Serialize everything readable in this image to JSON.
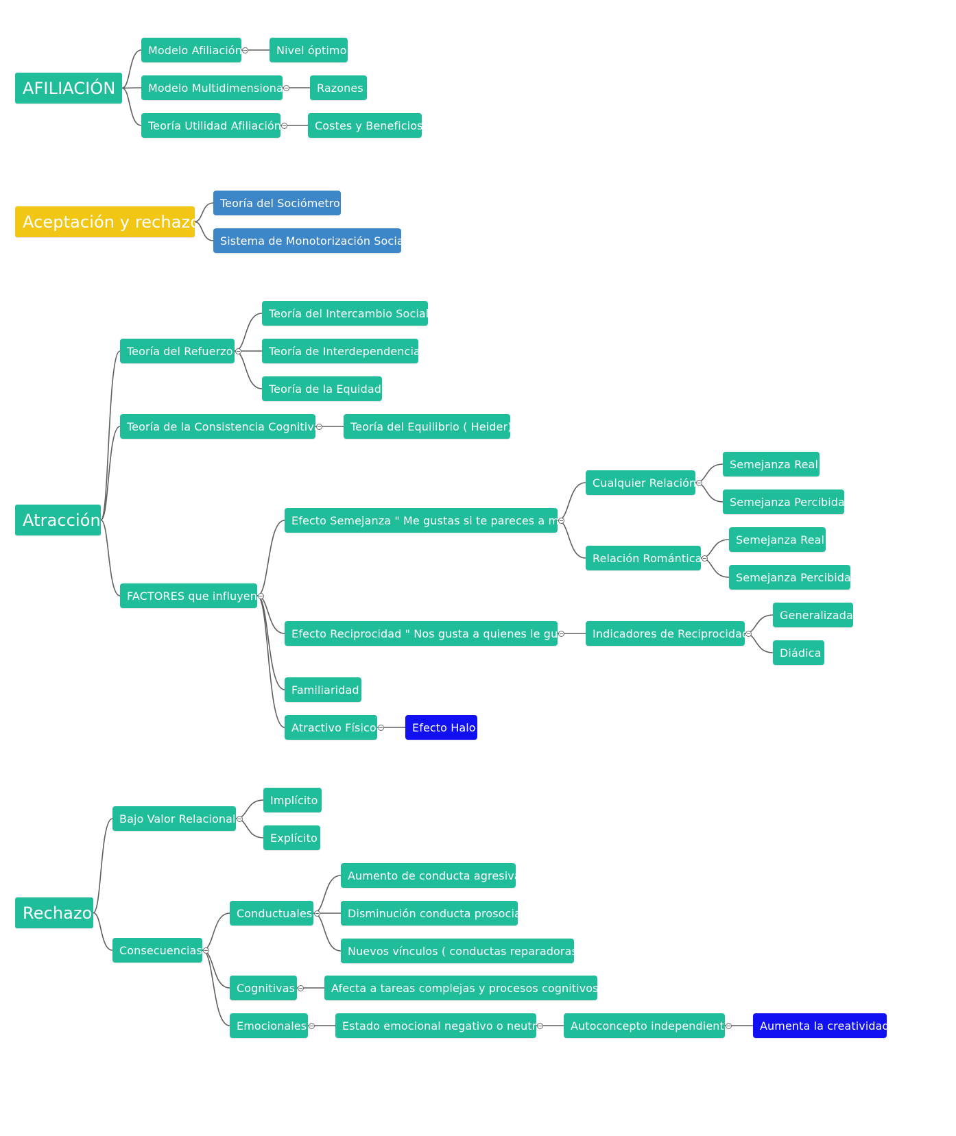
{
  "colors": {
    "teal": "#1fbd9a",
    "yellow": "#f2c614",
    "blue": "#3d86c8",
    "indigo": "#1010f2",
    "edge": "#5f5f5f"
  },
  "icons": {
    "collapse_toggle": "minus-circle-icon"
  },
  "mindmap": {
    "afiliacion": {
      "label": "AFILIACIÓN",
      "modelo_afiliacion": {
        "label": "Modelo Afiliación",
        "nivel_optimo": "Nivel óptimo"
      },
      "modelo_multidimensional": {
        "label": "Modelo Multidimensional",
        "razones": "Razones"
      },
      "teoria_utilidad": {
        "label": "Teoría Utilidad Afiliación",
        "costes": "Costes y Beneficios"
      }
    },
    "aceptacion": {
      "label": "Aceptación y rechazo",
      "sociometro": "Teoría del Sociómetro",
      "monotorizacion": "Sistema de Monotorización Social"
    },
    "atraccion": {
      "label": "Atracción",
      "refuerzo": {
        "label": "Teoría del Refuerzo",
        "intercambio": "Teoría del Intercambio Social",
        "interdependencia": "Teoría de Interdependencia",
        "equidad": "Teoría de la Equidad"
      },
      "consistencia": {
        "label": "Teoría de la Consistencia Cognitiva",
        "equilibrio": "Teoría del Equilibrio ( Heider)"
      },
      "factores": {
        "label": "FACTORES que influyen",
        "semejanza": {
          "label": "Efecto Semejanza \" Me gustas si te pareces a mi\"",
          "cualquier": {
            "label": "Cualquier Relación",
            "real": "Semejanza Real",
            "percibida": "Semejanza Percibida"
          },
          "romantica": {
            "label": "Relación Romántica",
            "real": "Semejanza Real",
            "percibida": "Semejanza Percibida"
          }
        },
        "reciprocidad": {
          "label": "Efecto Reciprocidad \" Nos gusta a quienes le gu...",
          "indicadores": {
            "label": "Indicadores de Reciprocidad",
            "generalizada": "Generalizada",
            "diadica": "Diádica"
          }
        },
        "familiaridad": "Familiaridad",
        "atractivo": {
          "label": "Atractivo Físico",
          "halo": "Efecto Halo"
        }
      }
    },
    "rechazo": {
      "label": "Rechazo",
      "bajo_valor": {
        "label": "Bajo Valor Relacional",
        "implicito": "Implícito",
        "explicito": "Explícito"
      },
      "consecuencias": {
        "label": "Consecuencias",
        "conductuales": {
          "label": "Conductuales",
          "agresiva": "Aumento de conducta agresiva",
          "prosocial": "Disminución conducta prosocial",
          "vinculos": "Nuevos vínculos ( conductas reparadoras)"
        },
        "cognitivas": {
          "label": "Cognitivas",
          "tareas": "Afecta a tareas complejas y procesos cognitivos..."
        },
        "emocionales": {
          "label": "Emocionales",
          "estado": "Estado emocional negativo o neutro",
          "autoconcepto": "Autoconcepto independiente",
          "creatividad": "Aumenta la creatividad"
        }
      }
    }
  }
}
